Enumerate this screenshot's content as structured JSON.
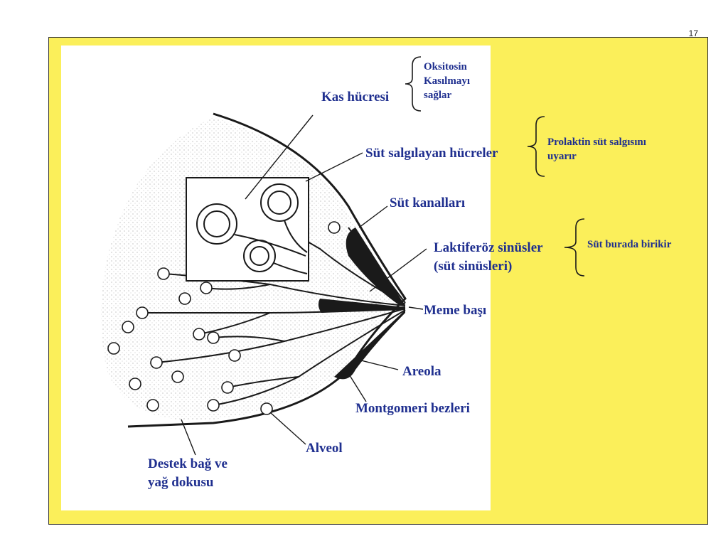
{
  "slide_number": "17",
  "labels": {
    "kas_hucresi": "Kas hücresi",
    "sut_salgilayan": "Süt salgılayan hücreler",
    "sut_kanallari": "Süt kanalları",
    "laktiferoz_1": "Laktiferöz sinüsler",
    "laktiferoz_2": "(süt sinüsleri)",
    "meme_basi": "Meme başı",
    "areola": "Areola",
    "montgomeri": "Montgomeri bezleri",
    "alveol": "Alveol",
    "destek_1": "Destek bağ ve",
    "destek_2": "yağ dokusu"
  },
  "notes": {
    "oksitosin_1": "Oksitosin",
    "oksitosin_2": "Kasılmayı",
    "oksitosin_3": "sağlar",
    "prolaktin_1": "Prolaktin süt  salgısını",
    "prolaktin_2": "uyarır",
    "sut_burada": "Süt burada birikir"
  },
  "colors": {
    "frame_fill": "#fbef5a",
    "label_text": "#1f2f8f",
    "ink": "#1a1a1a"
  }
}
